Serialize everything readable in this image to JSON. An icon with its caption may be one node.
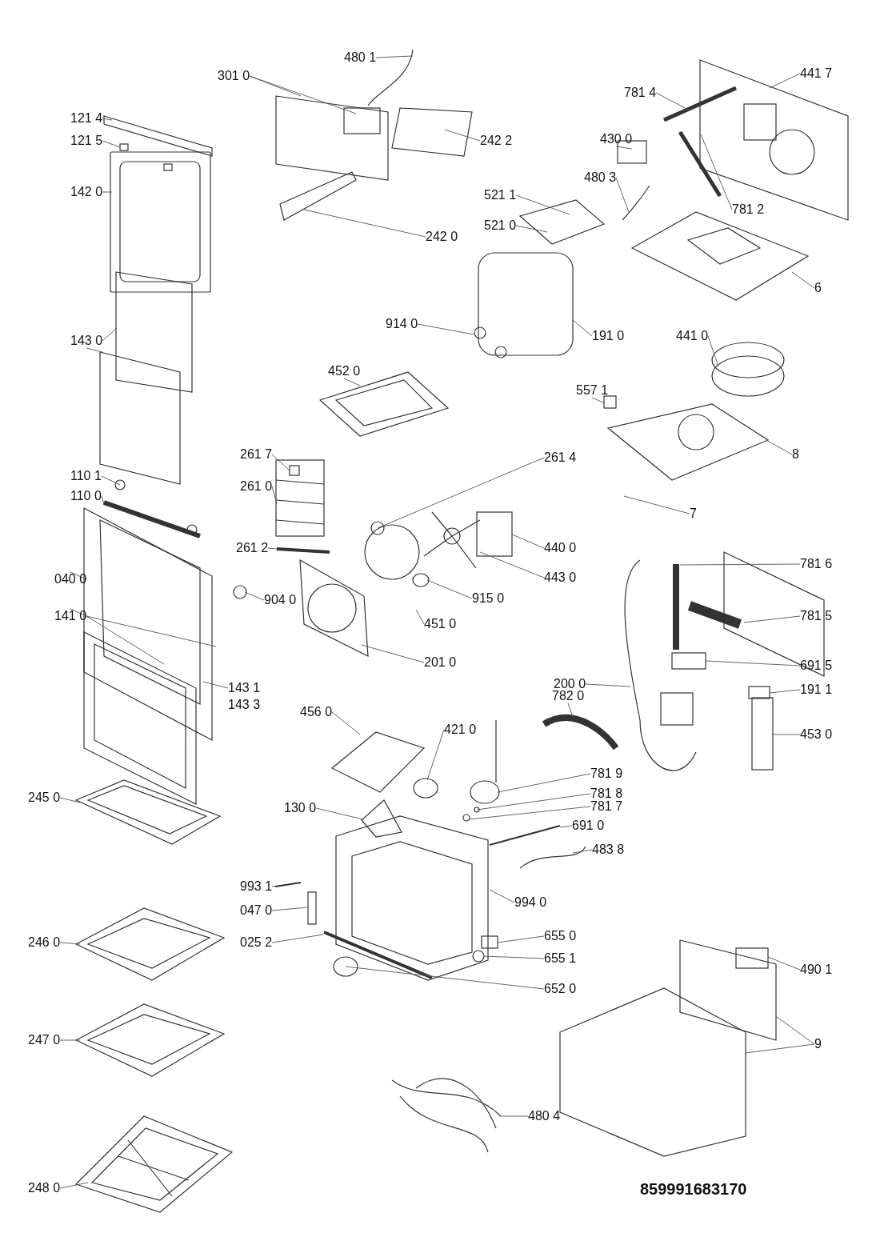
{
  "diagram": {
    "nodes": [
      {
        "text": [
          "480 1"
        ]
      },
      {
        "text": [
          "301 0"
        ]
      },
      {
        "text": [
          "121 4"
        ]
      },
      {
        "text": [
          "121 5"
        ]
      },
      {
        "text": [
          "242 2"
        ]
      },
      {
        "text": [
          "142 0"
        ]
      },
      {
        "text": [
          "242 0"
        ]
      },
      {
        "text": [
          "441 7"
        ]
      },
      {
        "text": [
          "781 4"
        ]
      },
      {
        "text": [
          "430 0"
        ]
      },
      {
        "text": [
          "781 2"
        ]
      },
      {
        "text": [
          "480 3"
        ]
      },
      {
        "text": [
          "521 1"
        ]
      },
      {
        "text": [
          "521 0"
        ]
      },
      {
        "text": [
          "6"
        ]
      },
      {
        "text": [
          "914 0"
        ]
      },
      {
        "text": [
          "191 0"
        ]
      },
      {
        "text": [
          "143 0"
        ]
      },
      {
        "text": [
          "452 0"
        ]
      },
      {
        "text": [
          "441 0"
        ]
      },
      {
        "text": [
          "557 1"
        ]
      },
      {
        "text": [
          "8"
        ]
      },
      {
        "text": [
          "261 7"
        ]
      },
      {
        "text": [
          "261 4"
        ]
      },
      {
        "text": [
          "110 1"
        ]
      },
      {
        "text": [
          "110 0"
        ]
      },
      {
        "text": [
          "261 0"
        ]
      },
      {
        "text": [
          "7"
        ]
      },
      {
        "text": [
          "261 2"
        ]
      },
      {
        "text": [
          "440 0"
        ]
      },
      {
        "text": [
          "781 6"
        ]
      },
      {
        "text": [
          "443 0"
        ]
      },
      {
        "text": [
          "040 0"
        ]
      },
      {
        "text": [
          "904 0"
        ]
      },
      {
        "text": [
          "915 0"
        ]
      },
      {
        "text": [
          "781 5"
        ]
      },
      {
        "text": [
          "451 0"
        ]
      },
      {
        "text": [
          "141 0"
        ]
      },
      {
        "text": [
          "691 5"
        ]
      },
      {
        "text": [
          "201 0"
        ]
      },
      {
        "text": [
          "143 1"
        ]
      },
      {
        "text": [
          "200 0"
        ]
      },
      {
        "text": [
          "191 1"
        ]
      },
      {
        "text": [
          "782 0"
        ]
      },
      {
        "text": [
          "456 0"
        ]
      },
      {
        "text": [
          "453 0"
        ]
      },
      {
        "text": [
          "421 0"
        ]
      },
      {
        "text": [
          "781 9"
        ]
      },
      {
        "text": [
          "781 8"
        ]
      },
      {
        "text": [
          "781 7"
        ]
      },
      {
        "text": [
          "130 0"
        ]
      },
      {
        "text": [
          "245 0"
        ]
      },
      {
        "text": [
          "691 0"
        ]
      },
      {
        "text": [
          "483 8"
        ]
      },
      {
        "text": [
          "993 1"
        ]
      },
      {
        "text": [
          "994 0"
        ]
      },
      {
        "text": [
          "047 0"
        ]
      },
      {
        "text": [
          "655 0"
        ]
      },
      {
        "text": [
          "025 2"
        ]
      },
      {
        "text": [
          "246 0"
        ]
      },
      {
        "text": [
          "655 1"
        ]
      },
      {
        "text": [
          "490 1"
        ]
      },
      {
        "text": [
          "652 0"
        ]
      },
      {
        "text": [
          "247 0"
        ]
      },
      {
        "text": [
          "9"
        ]
      },
      {
        "text": [
          "480 4"
        ]
      },
      {
        "text": [
          "248 0"
        ]
      }
    ],
    "edges": [
      {
        "from": 0,
        "to": null,
        "arrow": "none"
      },
      {
        "from": 1,
        "to": null,
        "arrow": "none"
      },
      {
        "from": 1,
        "to": null,
        "arrow": "none"
      },
      {
        "from": 2,
        "to": null,
        "arrow": "none"
      },
      {
        "from": 3,
        "to": null,
        "arrow": "none"
      },
      {
        "from": 4,
        "to": null,
        "arrow": "none"
      },
      {
        "from": 5,
        "to": null,
        "arrow": "none"
      },
      {
        "from": 6,
        "to": null,
        "arrow": "none"
      },
      {
        "from": 7,
        "to": null,
        "arrow": "none"
      },
      {
        "from": 8,
        "to": null,
        "arrow": "none"
      },
      {
        "from": 9,
        "to": null,
        "arrow": "none"
      },
      {
        "from": 10,
        "to": null,
        "arrow": "none"
      },
      {
        "from": 11,
        "to": null,
        "arrow": "none"
      },
      {
        "from": 12,
        "to": null,
        "arrow": "none"
      },
      {
        "from": 13,
        "to": null,
        "arrow": "none"
      },
      {
        "from": 14,
        "to": null,
        "arrow": "none"
      },
      {
        "from": 15,
        "to": null,
        "arrow": "none"
      },
      {
        "from": 16,
        "to": null,
        "arrow": "none"
      },
      {
        "from": 17,
        "to": null,
        "arrow": "none"
      },
      {
        "from": 17,
        "to": null,
        "arrow": "none"
      },
      {
        "from": 18,
        "to": null,
        "arrow": "none"
      },
      {
        "from": 19,
        "to": null,
        "arrow": "none"
      },
      {
        "from": 20,
        "to": null,
        "arrow": "none"
      },
      {
        "from": 21,
        "to": null,
        "arrow": "none"
      },
      {
        "from": 22,
        "to": null,
        "arrow": "none"
      },
      {
        "from": 23,
        "to": null,
        "arrow": "none"
      },
      {
        "from": 24,
        "to": null,
        "arrow": "none"
      },
      {
        "from": 25,
        "to": null,
        "arrow": "none"
      },
      {
        "from": 26,
        "to": null,
        "arrow": "none"
      },
      {
        "from": 27,
        "to": null,
        "arrow": "none"
      },
      {
        "from": 28,
        "to": null,
        "arrow": "none"
      },
      {
        "from": 29,
        "to": null,
        "arrow": "none"
      },
      {
        "from": 30,
        "to": null,
        "arrow": "none"
      },
      {
        "from": 31,
        "to": null,
        "arrow": "none"
      },
      {
        "from": 32,
        "to": null,
        "arrow": "none"
      },
      {
        "from": 33,
        "to": null,
        "arrow": "none"
      },
      {
        "from": 34,
        "to": null,
        "arrow": "none"
      },
      {
        "from": 35,
        "to": null,
        "arrow": "none"
      },
      {
        "from": 36,
        "to": null,
        "arrow": "none"
      },
      {
        "from": 37,
        "to": null,
        "arrow": "none"
      },
      {
        "from": 37,
        "to": null,
        "arrow": "none"
      },
      {
        "from": 37,
        "to": null,
        "arrow": "none"
      },
      {
        "from": 38,
        "to": null,
        "arrow": "none"
      },
      {
        "from": 39,
        "to": null,
        "arrow": "none"
      },
      {
        "from": 40,
        "to": null,
        "arrow": "none"
      },
      {
        "from": 41,
        "to": null,
        "arrow": "none"
      },
      {
        "from": 42,
        "to": null,
        "arrow": "none"
      },
      {
        "from": 43,
        "to": null,
        "arrow": "none"
      },
      {
        "from": 44,
        "to": null,
        "arrow": "none"
      },
      {
        "from": 45,
        "to": null,
        "arrow": "none"
      },
      {
        "from": 46,
        "to": null,
        "arrow": "none"
      },
      {
        "from": 47,
        "to": null,
        "arrow": "none"
      },
      {
        "from": 48,
        "to": null,
        "arrow": "none"
      },
      {
        "from": 49,
        "to": null,
        "arrow": "none"
      },
      {
        "from": 50,
        "to": null,
        "arrow": "none"
      },
      {
        "from": 51,
        "to": null,
        "arrow": "none"
      },
      {
        "from": 52,
        "to": null,
        "arrow": "none"
      },
      {
        "from": 53,
        "to": null,
        "arrow": "none"
      },
      {
        "from": 54,
        "to": null,
        "arrow": "none"
      },
      {
        "from": 55,
        "to": null,
        "arrow": "none"
      },
      {
        "from": 56,
        "to": null,
        "arrow": "none"
      },
      {
        "from": 57,
        "to": null,
        "arrow": "none"
      },
      {
        "from": 58,
        "to": null,
        "arrow": "none"
      },
      {
        "from": 59,
        "to": null,
        "arrow": "none"
      },
      {
        "from": 60,
        "to": null,
        "arrow": "none"
      },
      {
        "from": 61,
        "to": null,
        "arrow": "none"
      },
      {
        "from": 62,
        "to": null,
        "arrow": "none"
      },
      {
        "from": 63,
        "to": null,
        "arrow": "none"
      },
      {
        "from": 64,
        "to": null,
        "arrow": "none"
      },
      {
        "from": 64,
        "to": null,
        "arrow": "none"
      },
      {
        "from": 65,
        "to": null,
        "arrow": "none"
      },
      {
        "from": 66,
        "to": null,
        "arrow": "none"
      }
    ],
    "labels": [
      "143 3",
      "859991683170"
    ]
  }
}
